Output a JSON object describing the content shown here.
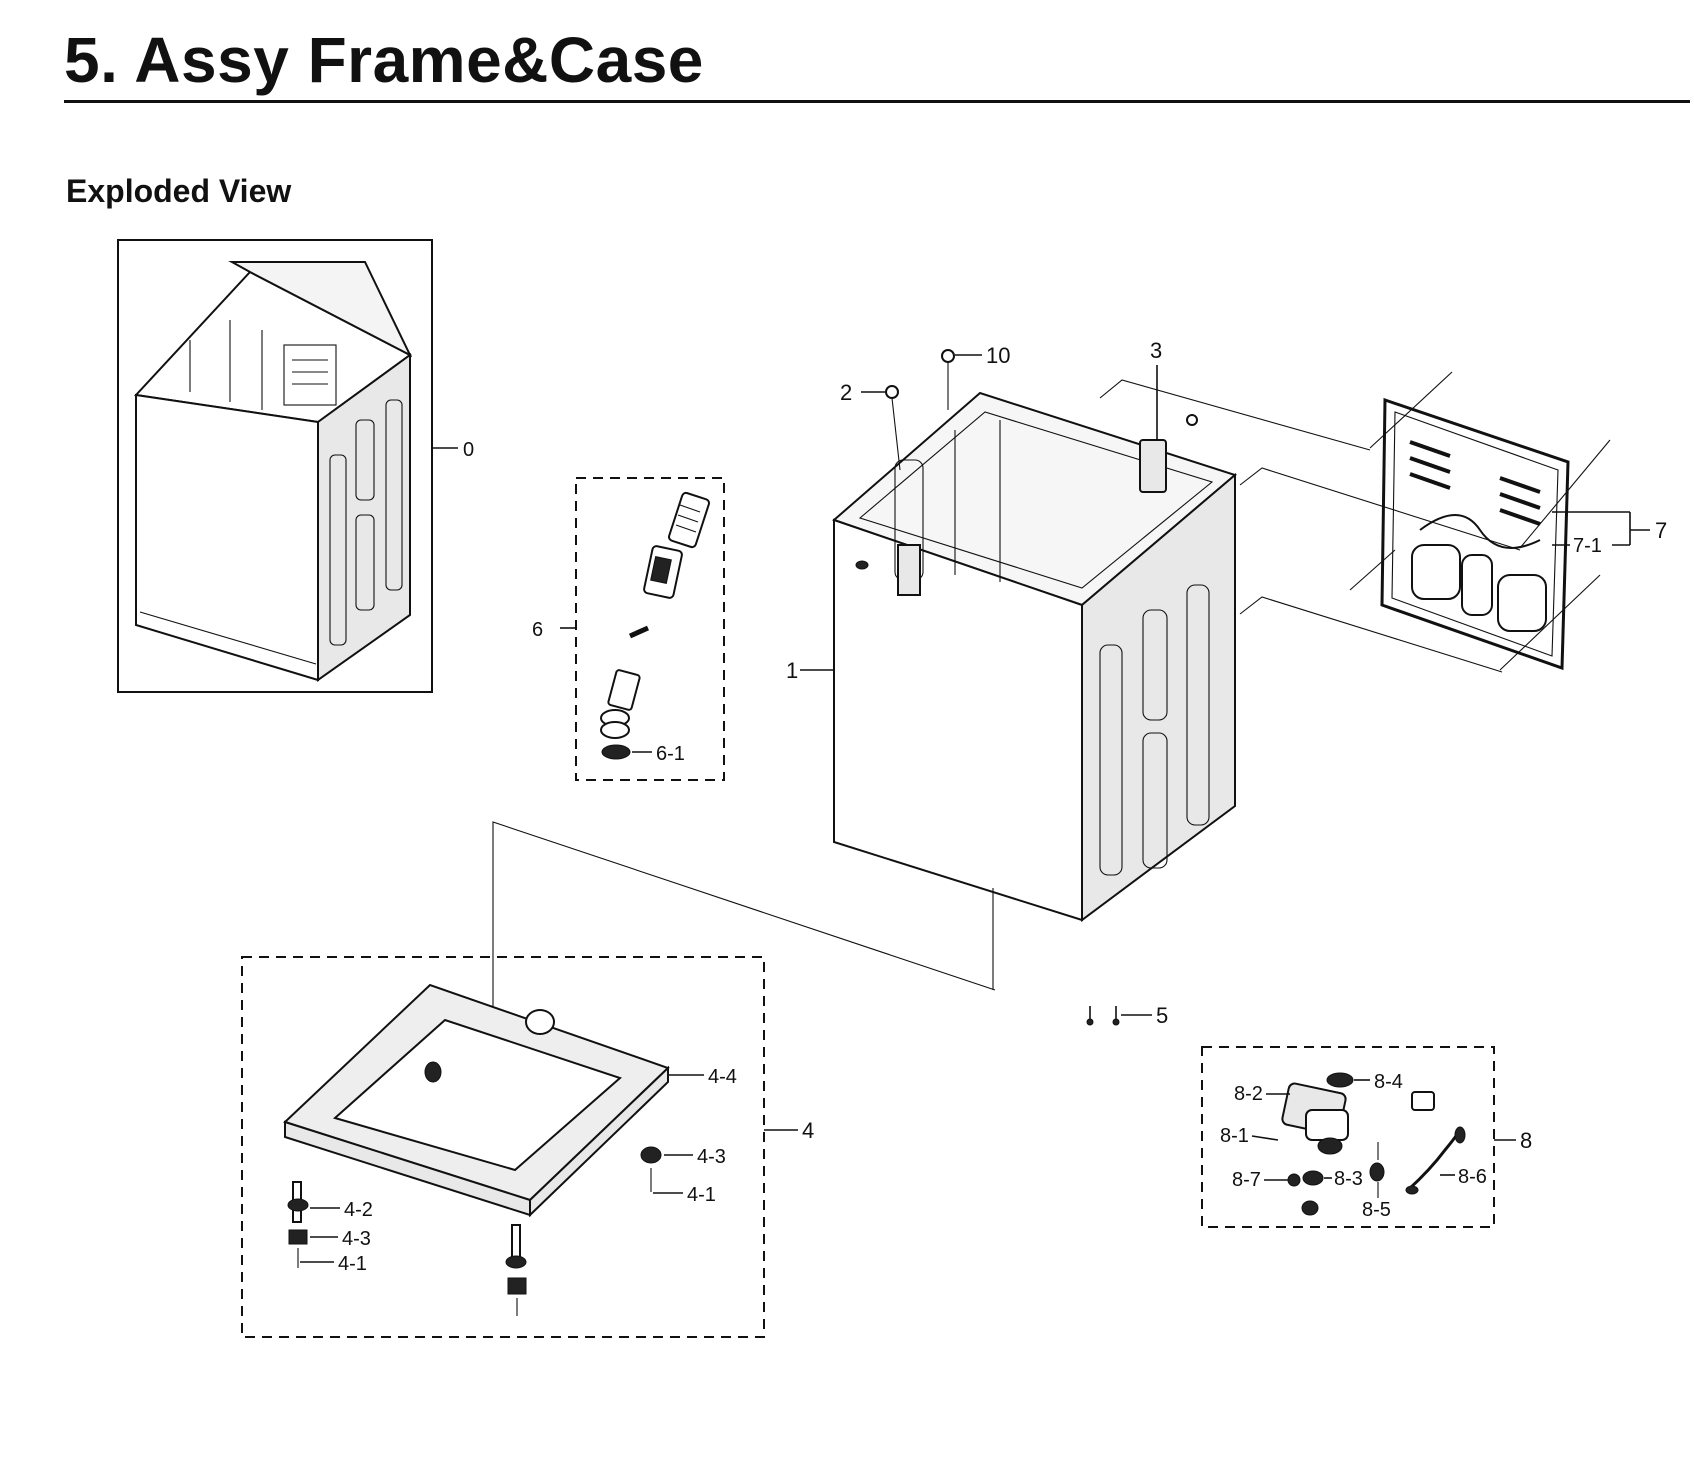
{
  "header": {
    "title": "5.  Assy Frame&Case",
    "section": "Exploded View"
  },
  "callouts": {
    "c0": "0",
    "c1": "1",
    "c2": "2",
    "c3": "3",
    "c4": "4",
    "c4_1a": "4-1",
    "c4_1b": "4-1",
    "c4_2": "4-2",
    "c4_3a": "4-3",
    "c4_3b": "4-3",
    "c4_4": "4-4",
    "c5": "5",
    "c6": "6",
    "c6_1": "6-1",
    "c7": "7",
    "c7_1": "7-1",
    "c8": "8",
    "c8_1": "8-1",
    "c8_2": "8-2",
    "c8_3": "8-3",
    "c8_4": "8-4",
    "c8_5": "8-5",
    "c8_6": "8-6",
    "c8_7": "8-7",
    "c10": "10"
  }
}
